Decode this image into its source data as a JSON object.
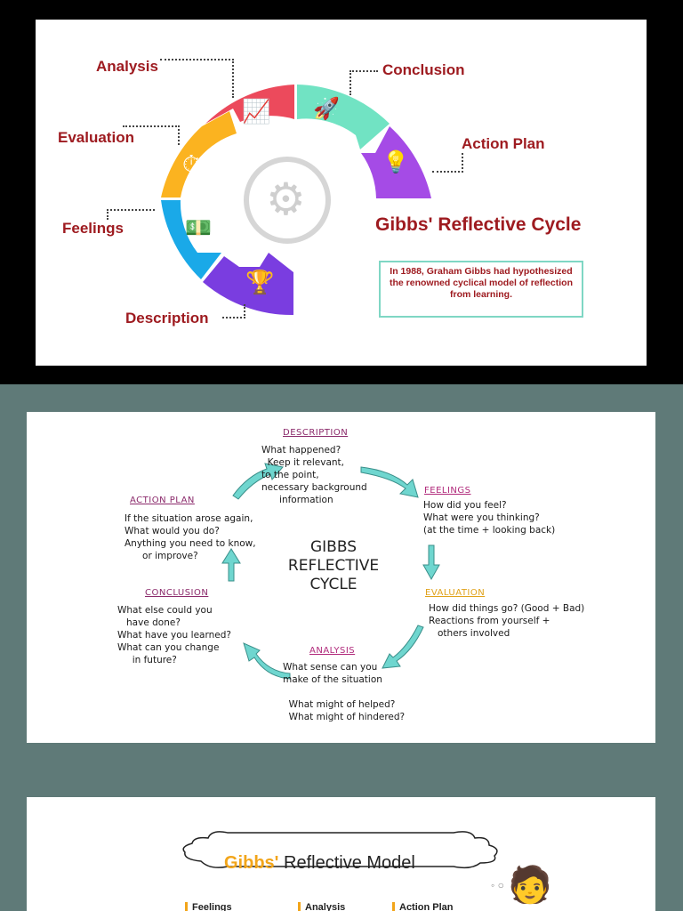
{
  "panel1": {
    "title": "Gibbs' Reflective Cycle",
    "note": "In 1988, Graham Gibbs had hypothesized the renowned cyclical model of reflection from learning.",
    "stages": {
      "analysis": "Analysis",
      "evaluation": "Evaluation",
      "feelings": "Feelings",
      "description": "Description",
      "conclusion": "Conclusion",
      "action_plan": "Action Plan"
    },
    "colors": {
      "analysis": "#ec4a5c",
      "evaluation": "#fbb320",
      "feelings": "#1aa9e8",
      "description": "#7a3de0",
      "conclusion": "#71e3c3",
      "action_plan": "#a54be6",
      "label": "#9e1b20",
      "gear": "#d6d6d6"
    },
    "icons": {
      "analysis": "bar-chart-icon",
      "evaluation": "stopwatch-icon",
      "feelings": "money-icon",
      "description": "trophy-icon",
      "conclusion": "rocket-icon",
      "action_plan": "lightbulb-icon",
      "center": "gear-icon"
    }
  },
  "panel2": {
    "title_line1": "GIBBS",
    "title_line2": "REFLECTIVE",
    "title_line3": "CYCLE",
    "description": {
      "heading": "DESCRIPTION",
      "text": "What happened?\n  Keep it relevant,\nto the point,\nnecessary background\n      information"
    },
    "feelings": {
      "heading": "FEELINGS",
      "text": "How did you feel?\nWhat were you thinking?\n(at the time + looking back)"
    },
    "evaluation": {
      "heading": "EVALUATION",
      "text": "How did things go? (Good + Bad)\nReactions from yourself +\n   others involved"
    },
    "analysis": {
      "heading": "ANALYSIS",
      "text": "What sense can you\nmake of the situation\n\n  What might of helped?\n  What might of hindered?"
    },
    "conclusion": {
      "heading": "CONCLUSION",
      "text": "What else could you\n   have done?\nWhat have you learned?\nWhat can you change\n     in future?"
    },
    "action_plan": {
      "heading": "ACTION PLAN",
      "text": "If the situation arose again,\nWhat would you do?\nAnything you need to know,\n      or improve?"
    },
    "colors": {
      "arrow": "#6fd6cf",
      "description_heading": "#8b2a6b",
      "feelings_heading": "#b0287a",
      "evaluation_heading": "#e0a21a",
      "analysis_heading": "#b0287a",
      "conclusion_heading": "#8b2a6b",
      "action_plan_heading": "#8b2a6b"
    }
  },
  "panel3": {
    "title_word1": "Gibbs'",
    "title_word2": "Reflective Model",
    "sections": [
      "Feelings",
      "Analysis",
      "Action Plan"
    ],
    "colors": {
      "title_accent": "#f2a51a",
      "cloud_border": "#222222",
      "section_bar": "#f2a51a"
    }
  },
  "colors": {
    "page_bg": "#000000",
    "separator_bg": "#5f7a78"
  }
}
